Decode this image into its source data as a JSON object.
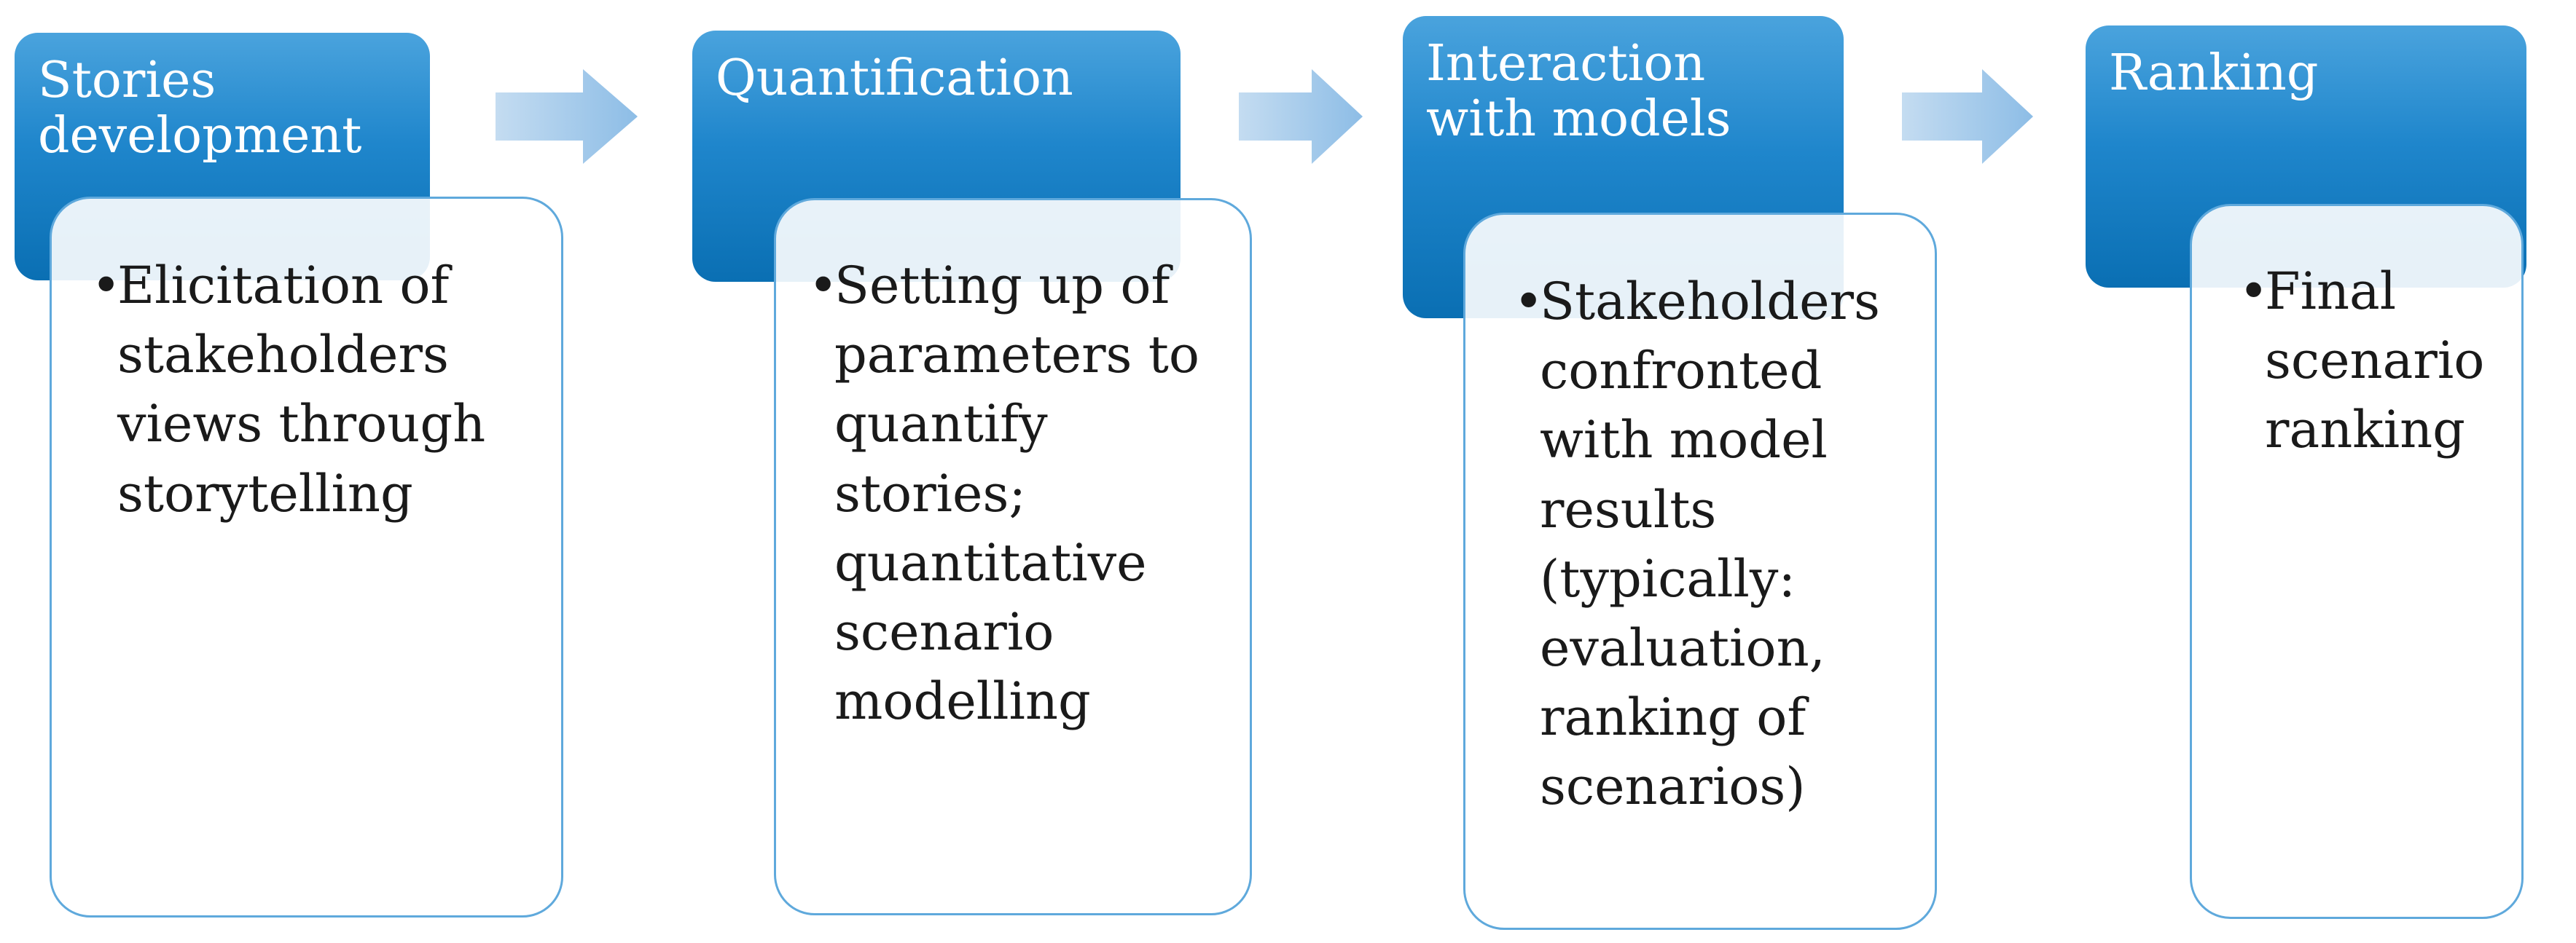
{
  "steps": [
    {
      "title": "Stories\ndevelopment",
      "bullet": "Elicitation of stakeholders views through storytelling"
    },
    {
      "title": "Quantification",
      "bullet": "Setting up of parameters to quantify stories; quantitative scenario modelling"
    },
    {
      "title": "Interaction\nwith models",
      "bullet": "Stakeholders confronted with model results (typically: evaluation, ranking of scenarios)"
    },
    {
      "title": "Ranking",
      "bullet": "Final scenario ranking"
    }
  ],
  "colors": {
    "header_top": "#4aa3dd",
    "header_bottom": "#0a6fb3",
    "card_border": "#5fa9dc",
    "arrow": "#a8cbeb"
  }
}
